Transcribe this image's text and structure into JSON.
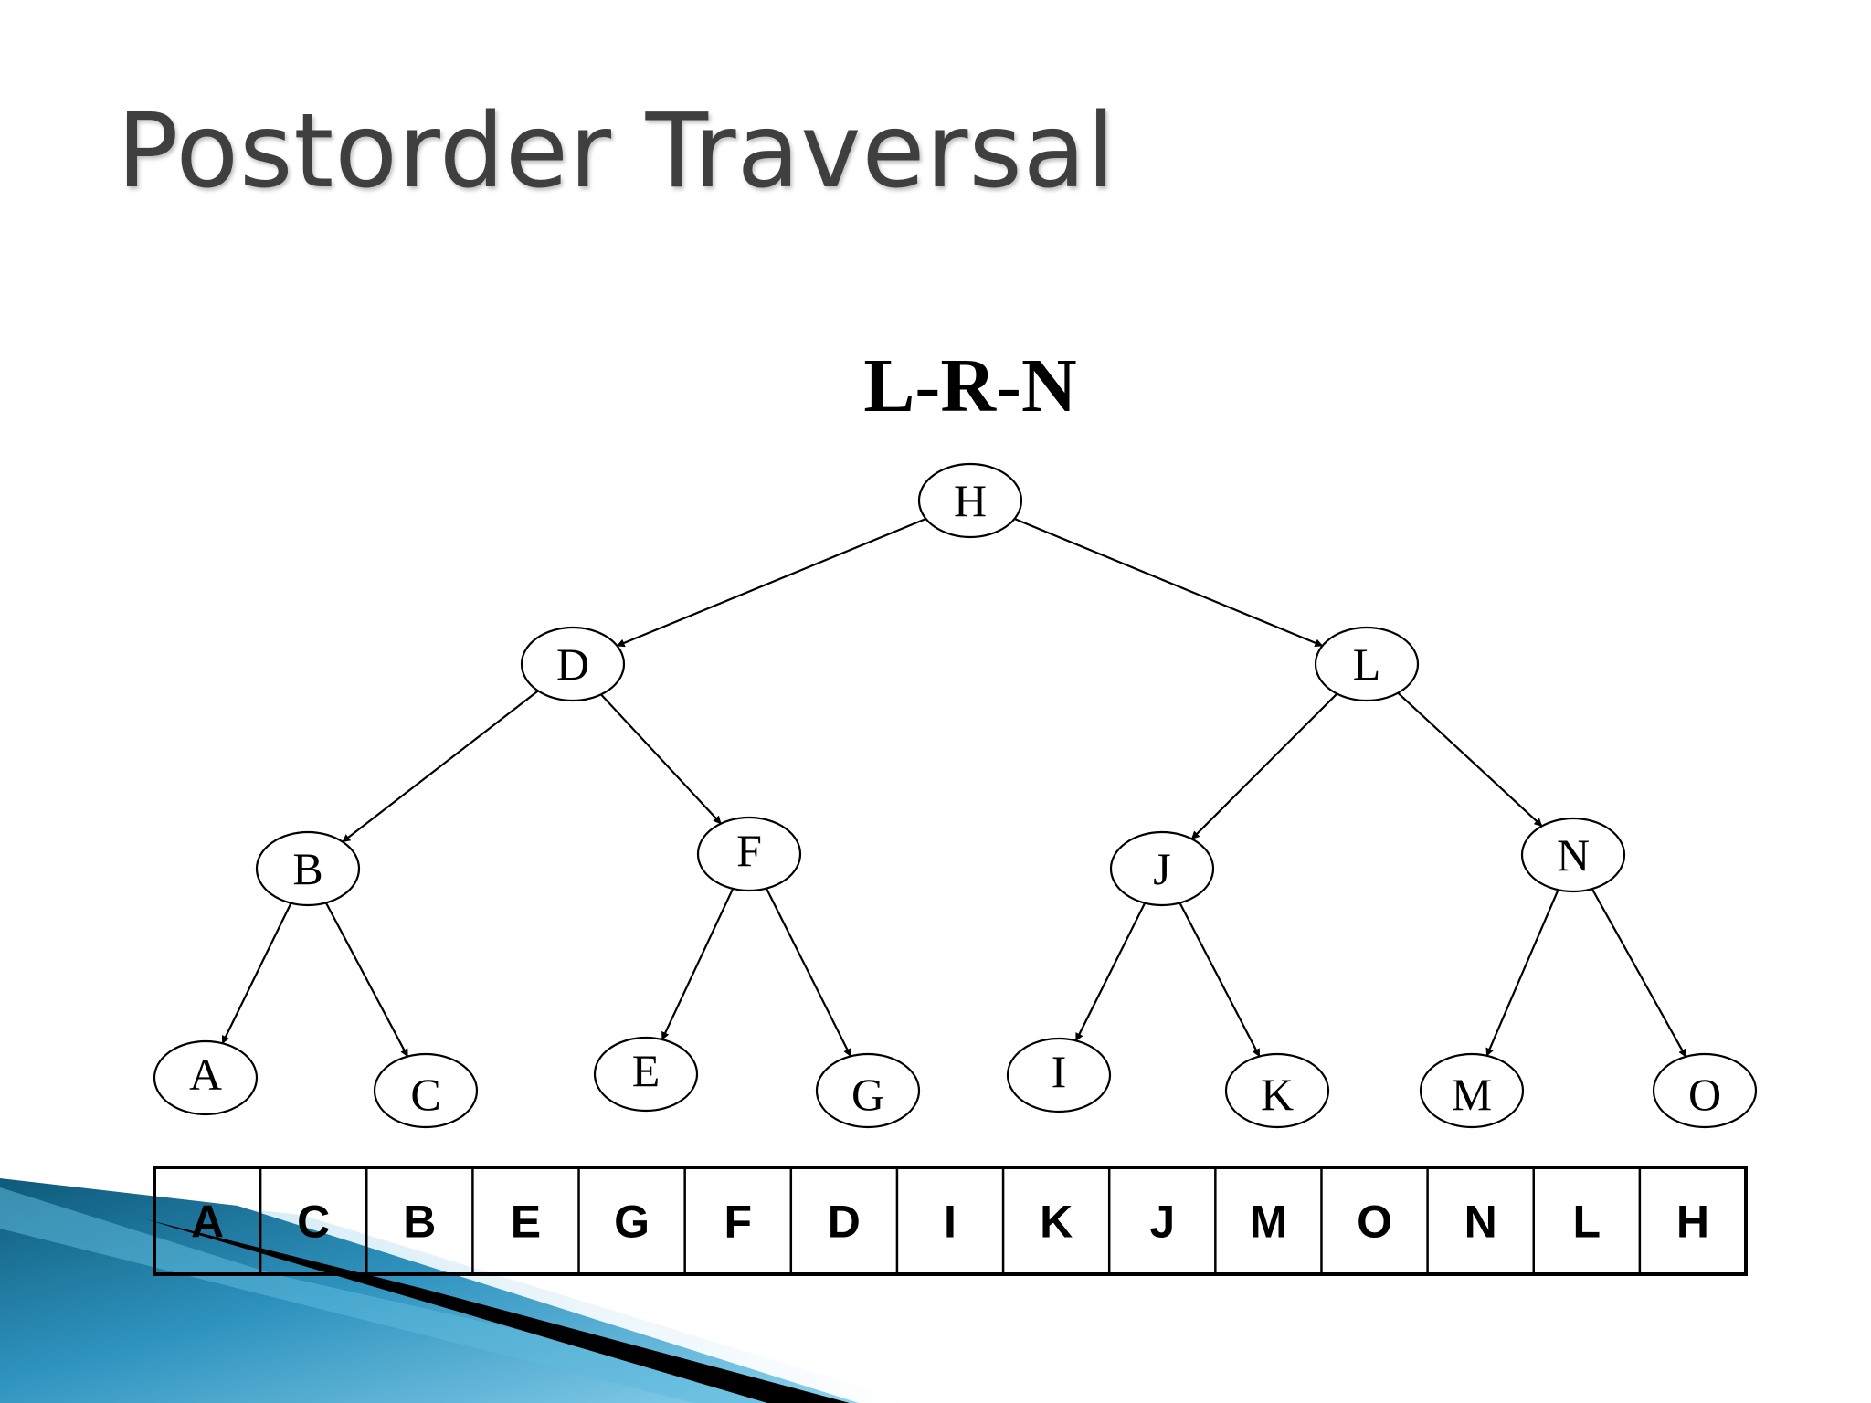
{
  "slide": {
    "title": "Postorder Traversal",
    "rule": "L-R-N"
  },
  "colors": {
    "title": "#3f3f3f",
    "ink": "#000000",
    "accent_teal": "#1d6f8f",
    "accent_light": "#5fb9dd"
  },
  "tree": {
    "nodes": [
      {
        "id": "H",
        "label": "H"
      },
      {
        "id": "D",
        "label": "D"
      },
      {
        "id": "L",
        "label": "L"
      },
      {
        "id": "B",
        "label": "B"
      },
      {
        "id": "F",
        "label": "F"
      },
      {
        "id": "J",
        "label": "J"
      },
      {
        "id": "N",
        "label": "N"
      },
      {
        "id": "A",
        "label": "A"
      },
      {
        "id": "C",
        "label": "C"
      },
      {
        "id": "E",
        "label": "E"
      },
      {
        "id": "G",
        "label": "G"
      },
      {
        "id": "I",
        "label": "I"
      },
      {
        "id": "K",
        "label": "K"
      },
      {
        "id": "M",
        "label": "M"
      },
      {
        "id": "O",
        "label": "O"
      }
    ],
    "edges": [
      [
        "H",
        "D"
      ],
      [
        "H",
        "L"
      ],
      [
        "D",
        "B"
      ],
      [
        "D",
        "F"
      ],
      [
        "L",
        "J"
      ],
      [
        "L",
        "N"
      ],
      [
        "B",
        "A"
      ],
      [
        "B",
        "C"
      ],
      [
        "F",
        "E"
      ],
      [
        "F",
        "G"
      ],
      [
        "J",
        "I"
      ],
      [
        "J",
        "K"
      ],
      [
        "N",
        "M"
      ],
      [
        "N",
        "O"
      ]
    ]
  },
  "sequence": [
    "A",
    "C",
    "B",
    "E",
    "G",
    "F",
    "D",
    "I",
    "K",
    "J",
    "M",
    "O",
    "N",
    "L",
    "H"
  ]
}
